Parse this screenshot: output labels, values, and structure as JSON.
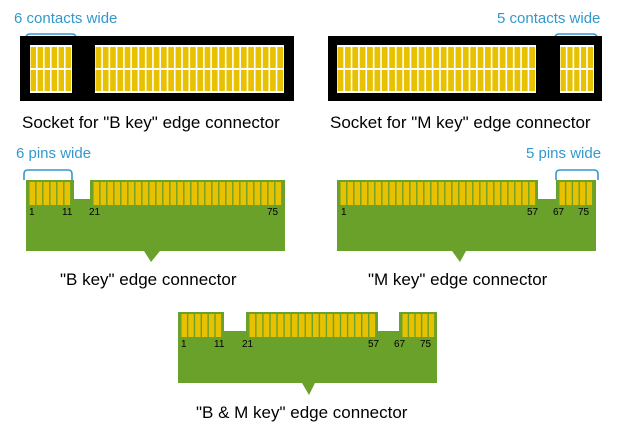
{
  "colors": {
    "socket": "#000000",
    "contact": "#e8c200",
    "contact_bg": "#ffffff",
    "board": "#6aa12a",
    "pin": "#e8c200",
    "bracket": "#3399cc"
  },
  "sockets": {
    "b_key": {
      "caption": "Socket for \"B key\" edge connector",
      "bracket_label": "6 contacts wide"
    },
    "m_key": {
      "caption": "Socket for \"M key\" edge connector",
      "bracket_label": "5 contacts wide"
    }
  },
  "connectors": {
    "b_key": {
      "caption": "\"B key\" edge connector",
      "bracket_label": "6 pins wide",
      "pin_1": "1",
      "pin_11": "11",
      "pin_21": "21",
      "pin_75": "75"
    },
    "m_key": {
      "caption": "\"M key\" edge connector",
      "bracket_label": "5 pins wide",
      "pin_1": "1",
      "pin_57": "57",
      "pin_67": "67",
      "pin_75": "75"
    },
    "bm_key": {
      "caption": "\"B & M key\" edge connector",
      "pin_1": "1",
      "pin_11": "11",
      "pin_21": "21",
      "pin_57": "57",
      "pin_67": "67",
      "pin_75": "75"
    }
  }
}
